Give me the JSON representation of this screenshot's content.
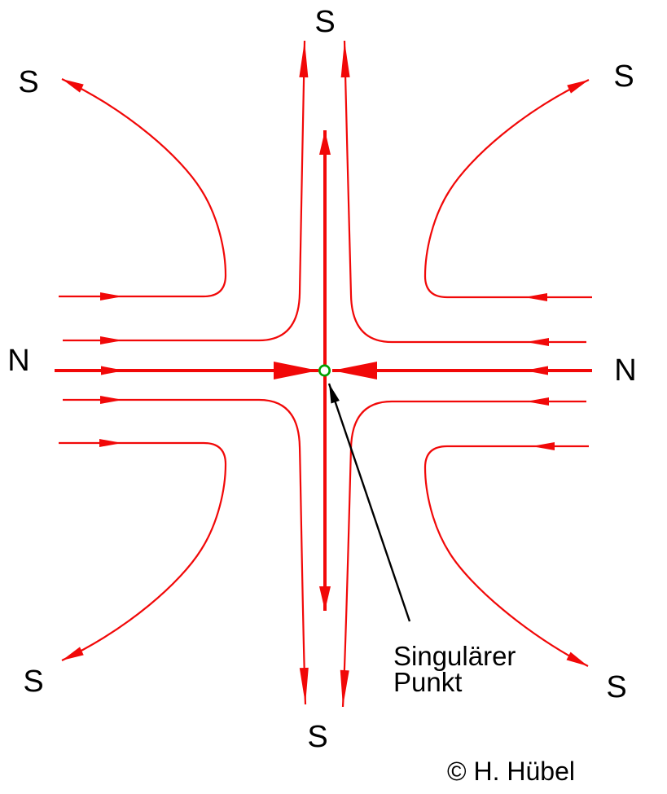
{
  "labels": {
    "s_top": "S",
    "s_top_left": "S",
    "s_top_right": "S",
    "n_left": "N",
    "n_right": "N",
    "s_bottom_left": "S",
    "s_bottom_right": "S",
    "s_bottom": "S"
  },
  "annotation": {
    "line1": "Singulärer",
    "line2": "Punkt"
  },
  "copyright": "© H. Hübel",
  "colors": {
    "field_line": "#f10808",
    "annotation_arrow": "#000000",
    "singular_point": "#00a000",
    "text": "#000000",
    "background": "#ffffff"
  }
}
